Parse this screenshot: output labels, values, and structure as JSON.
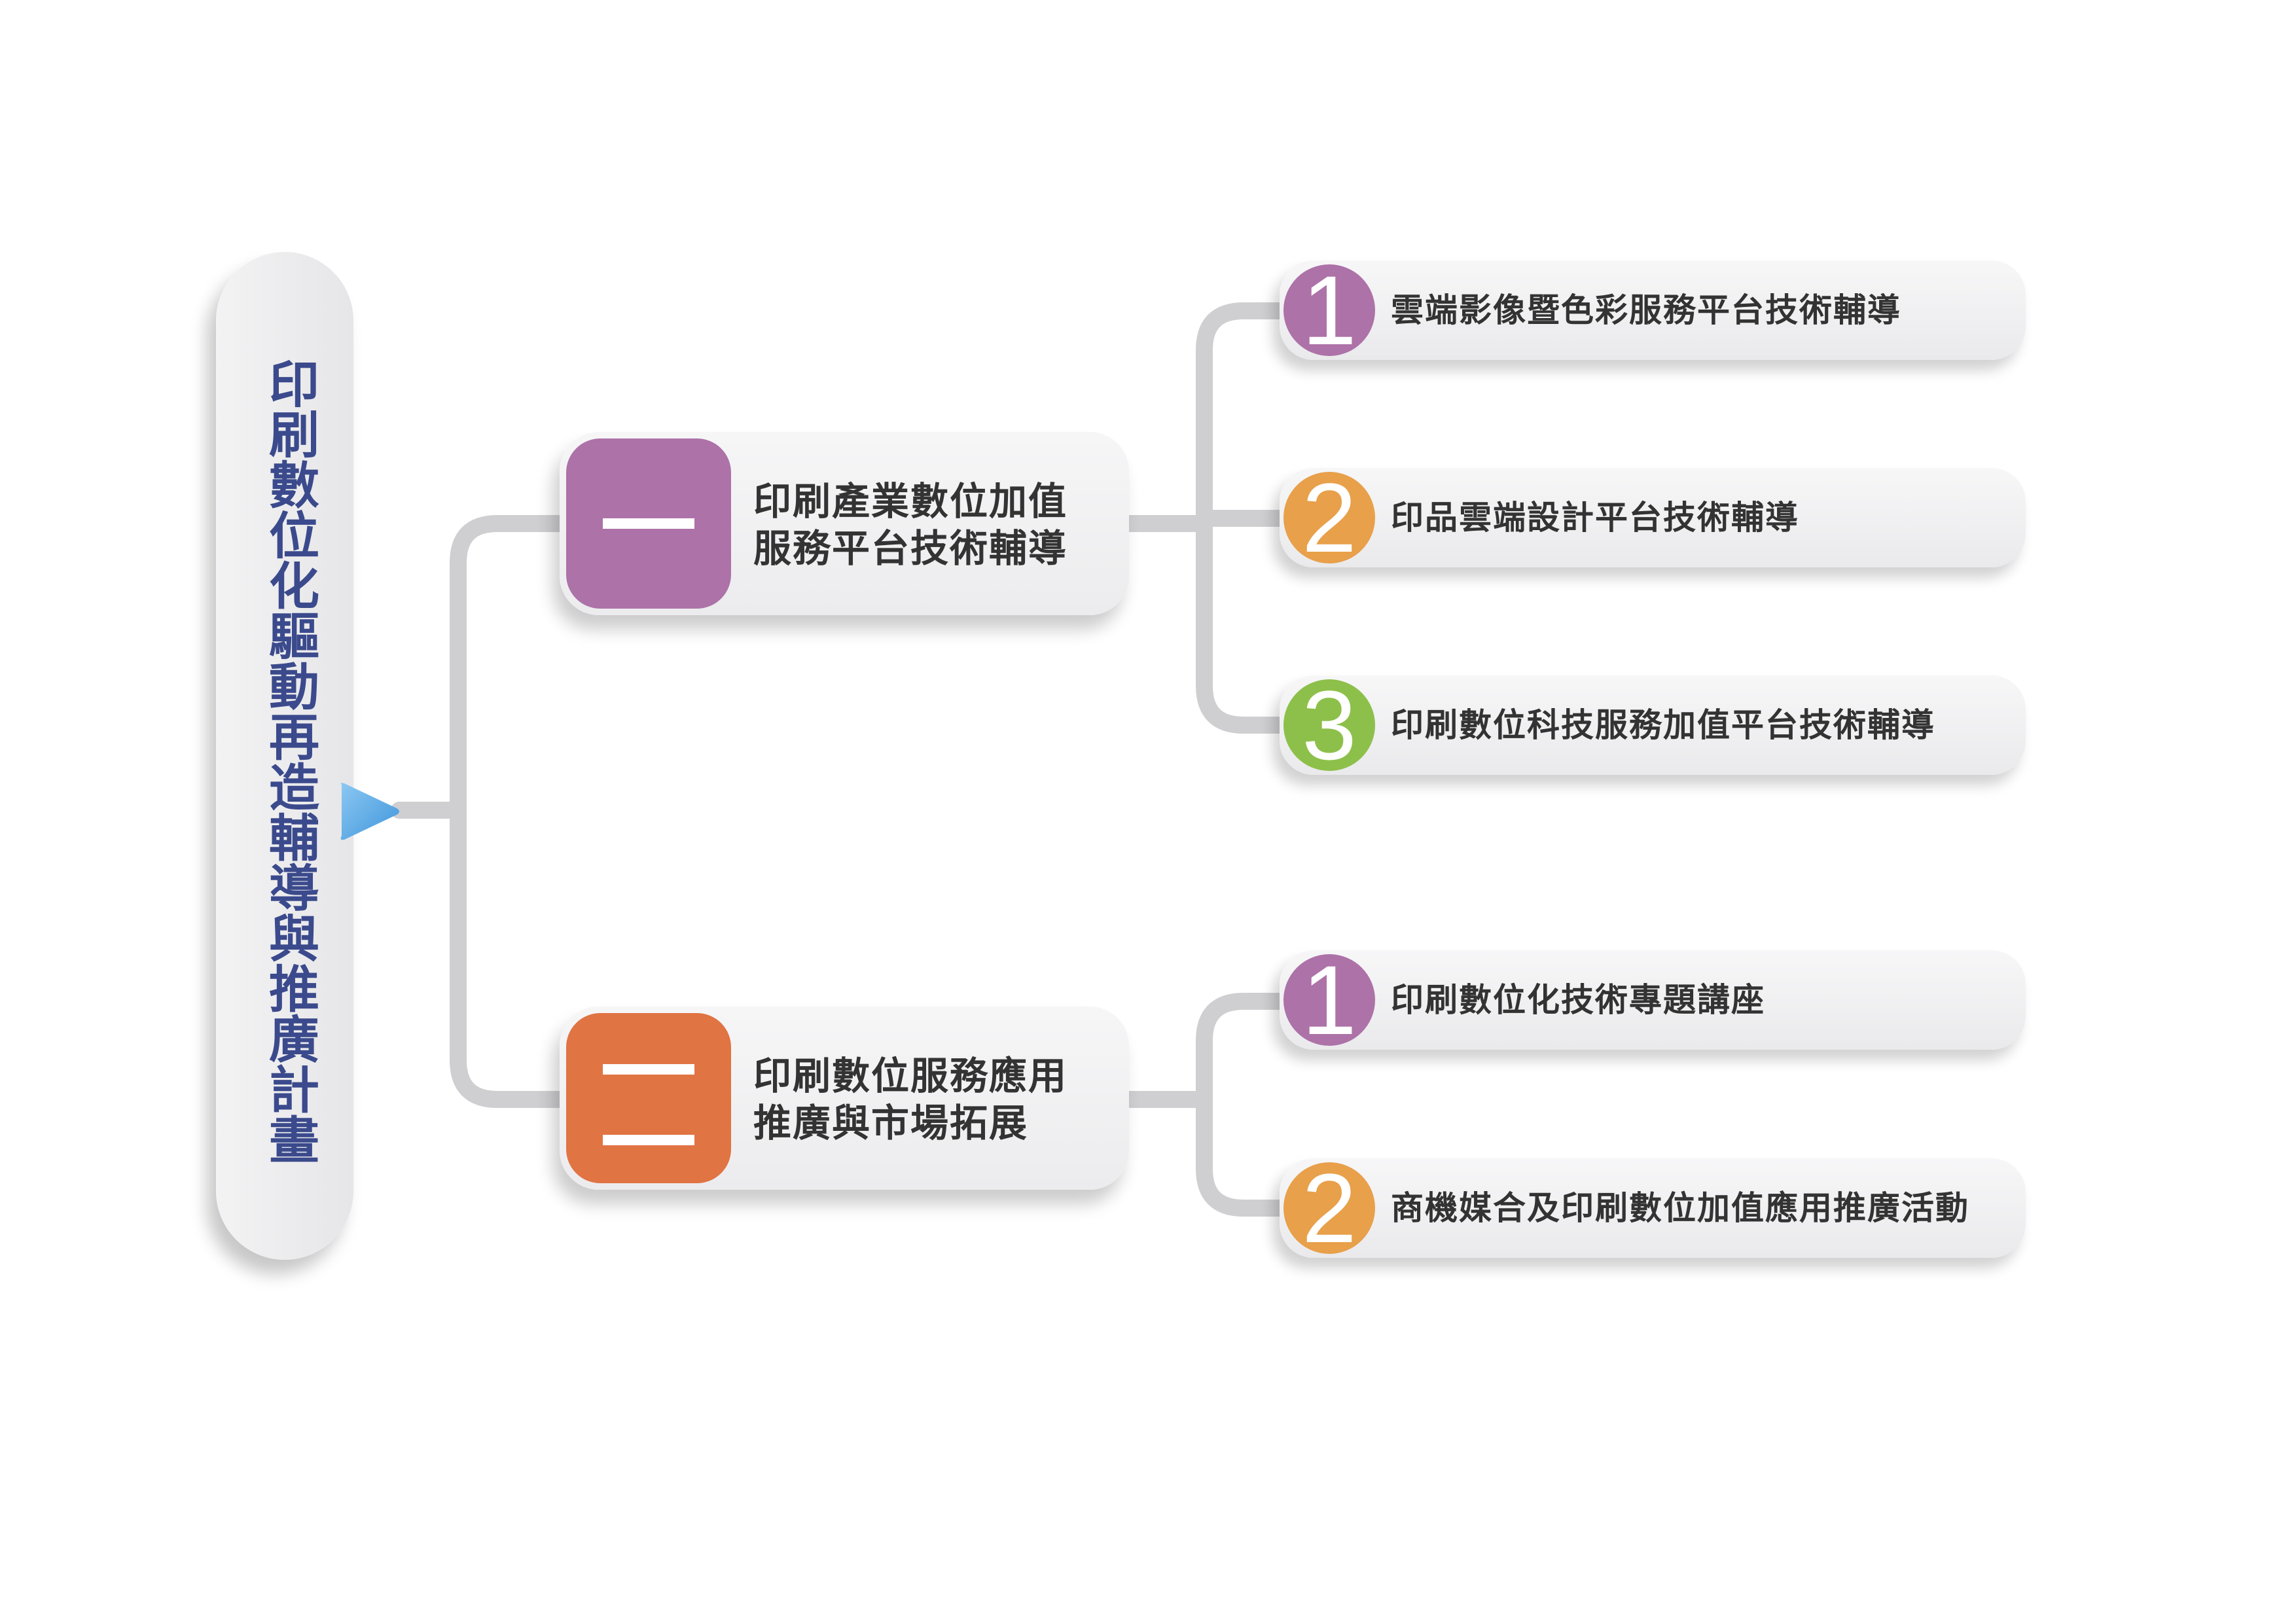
{
  "title": "印刷數位化驅動再造輔導與推廣計畫",
  "colors": {
    "purple": "#ad72a8",
    "orange": "#e8a04a",
    "green": "#8dc04a",
    "red_orange": "#e07443",
    "title_text": "#3b4a8c",
    "connector": "#cfcfd1",
    "pointer": "#5aa8e6"
  },
  "branches": [
    {
      "label": "印刷產業數位加值\n服務平台技術輔導",
      "badge_color": "#ad72a8",
      "numeral": "一",
      "items": [
        {
          "number": "1",
          "color": "#ad72a8",
          "text": "雲端影像暨色彩服務平台技術輔導"
        },
        {
          "number": "2",
          "color": "#e8a04a",
          "text": "印品雲端設計平台技術輔導"
        },
        {
          "number": "3",
          "color": "#8dc04a",
          "text": "印刷數位科技服務加值平台技術輔導"
        }
      ]
    },
    {
      "label": "印刷數位服務應用\n推廣與市場拓展",
      "badge_color": "#e07443",
      "numeral": "二",
      "items": [
        {
          "number": "1",
          "color": "#ad72a8",
          "text": "印刷數位化技術專題講座"
        },
        {
          "number": "2",
          "color": "#e8a04a",
          "text": "商機媒合及印刷數位加值應用推廣活動"
        }
      ]
    }
  ]
}
